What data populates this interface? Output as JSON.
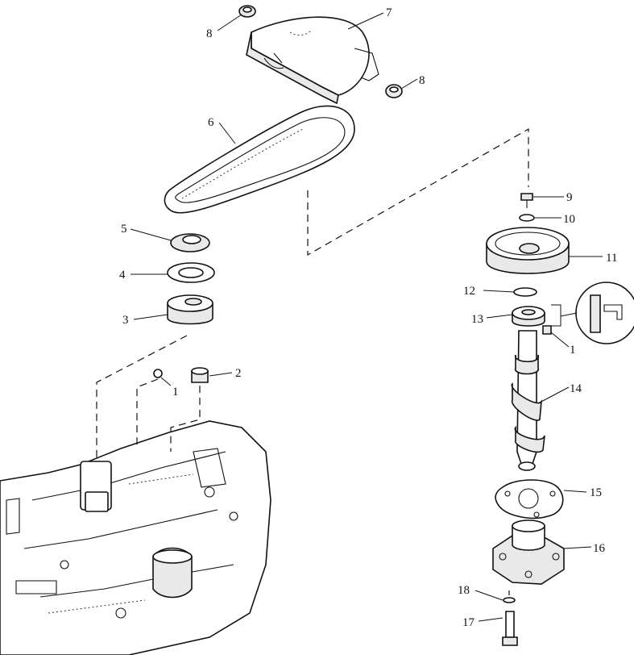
{
  "callouts": {
    "c1a": "1",
    "c1b": "1",
    "c2": "2",
    "c3": "3",
    "c4": "4",
    "c5": "5",
    "c6": "6",
    "c7": "7",
    "c8a": "8",
    "c8b": "8",
    "c9": "9",
    "c10": "10",
    "c11": "11",
    "c12": "12",
    "c13": "13",
    "c14": "14",
    "c15": "15",
    "c16": "16",
    "c17": "17",
    "c18": "18"
  }
}
